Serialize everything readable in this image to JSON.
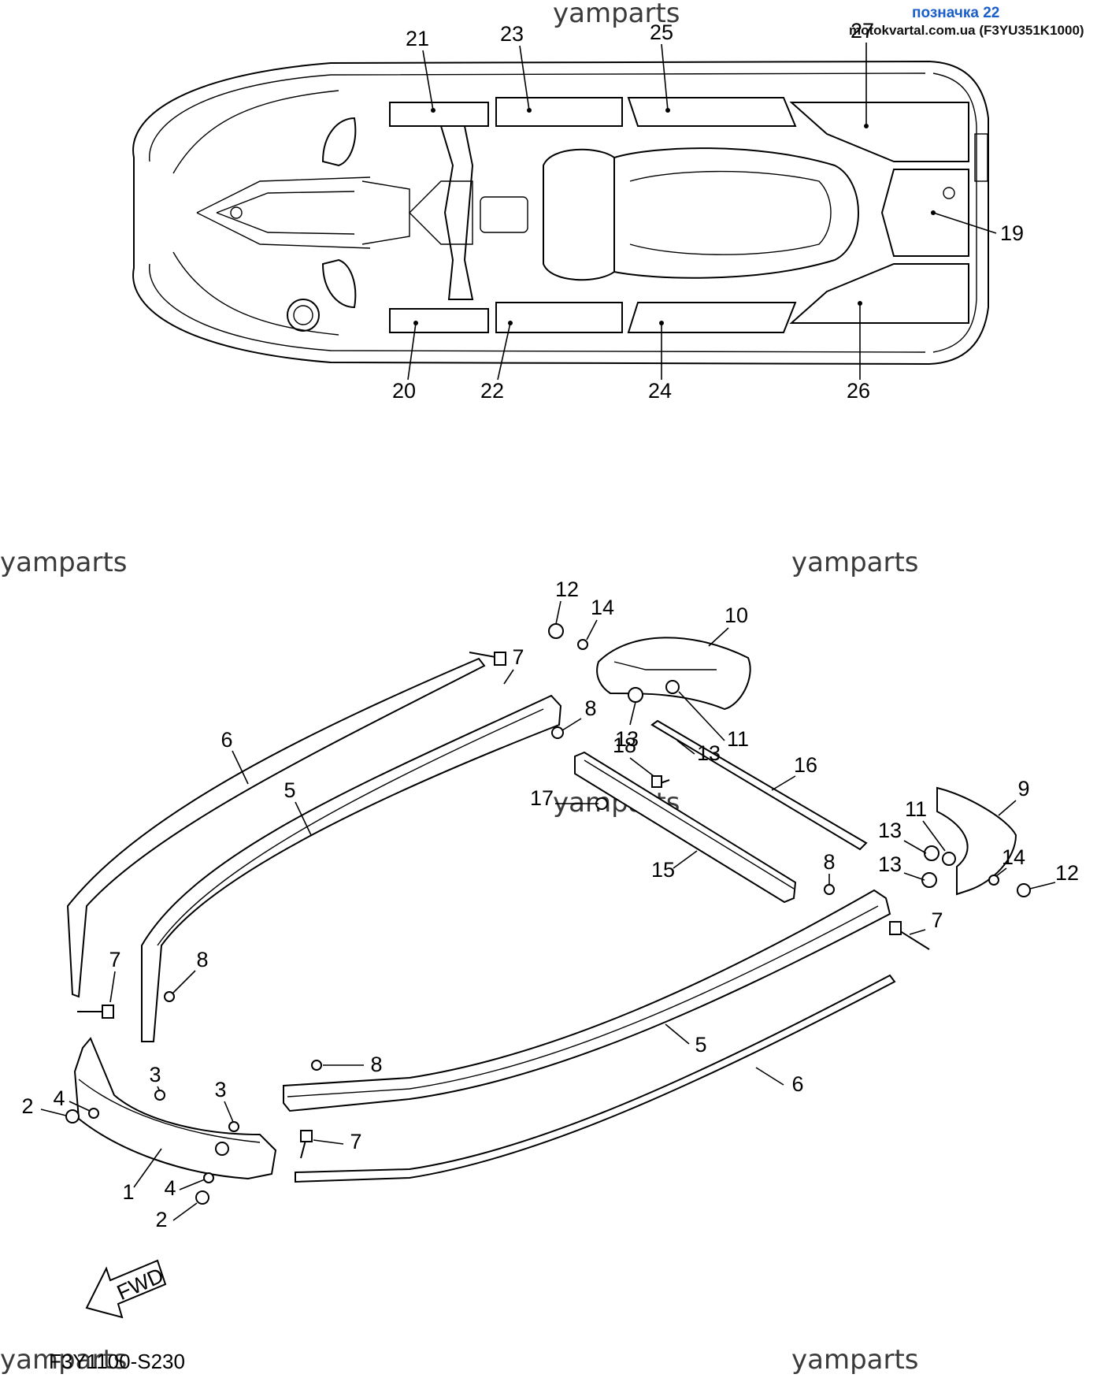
{
  "header": {
    "link_text": "позначка 22",
    "source_text": "motokvartal.com.ua (F3YU351K1000)"
  },
  "watermarks": {
    "top": "yamparts",
    "mid_left": "yamparts",
    "mid_right": "yamparts",
    "center": "yamparts",
    "bottom_left": "yamparts",
    "bottom_right": "yamparts"
  },
  "diagram_code": "F3Y1100-S230",
  "fwd_label": "FWD",
  "top_view_callouts": [
    "21",
    "23",
    "25",
    "27",
    "19",
    "20",
    "22",
    "24",
    "26"
  ],
  "exploded_callouts": {
    "c12a": "12",
    "c14a": "14",
    "c10": "10",
    "c7a": "7",
    "c8a": "8",
    "c13a": "13",
    "c11a": "11",
    "c13b": "13",
    "c6a": "6",
    "c18": "18",
    "c16": "16",
    "c5a": "5",
    "c17": "17",
    "c9": "9",
    "c11b": "11",
    "c13c": "13",
    "c15": "15",
    "c8b": "8",
    "c13d": "13",
    "c14b": "14",
    "c12b": "12",
    "c7b": "7",
    "c7c": "7",
    "c8c": "8",
    "c5b": "5",
    "c3a": "3",
    "c3b": "3",
    "c8d": "8",
    "c2a": "2",
    "c4a": "4",
    "c6b": "6",
    "c7d": "7",
    "c1": "1",
    "c4b": "4",
    "c2b": "2"
  }
}
